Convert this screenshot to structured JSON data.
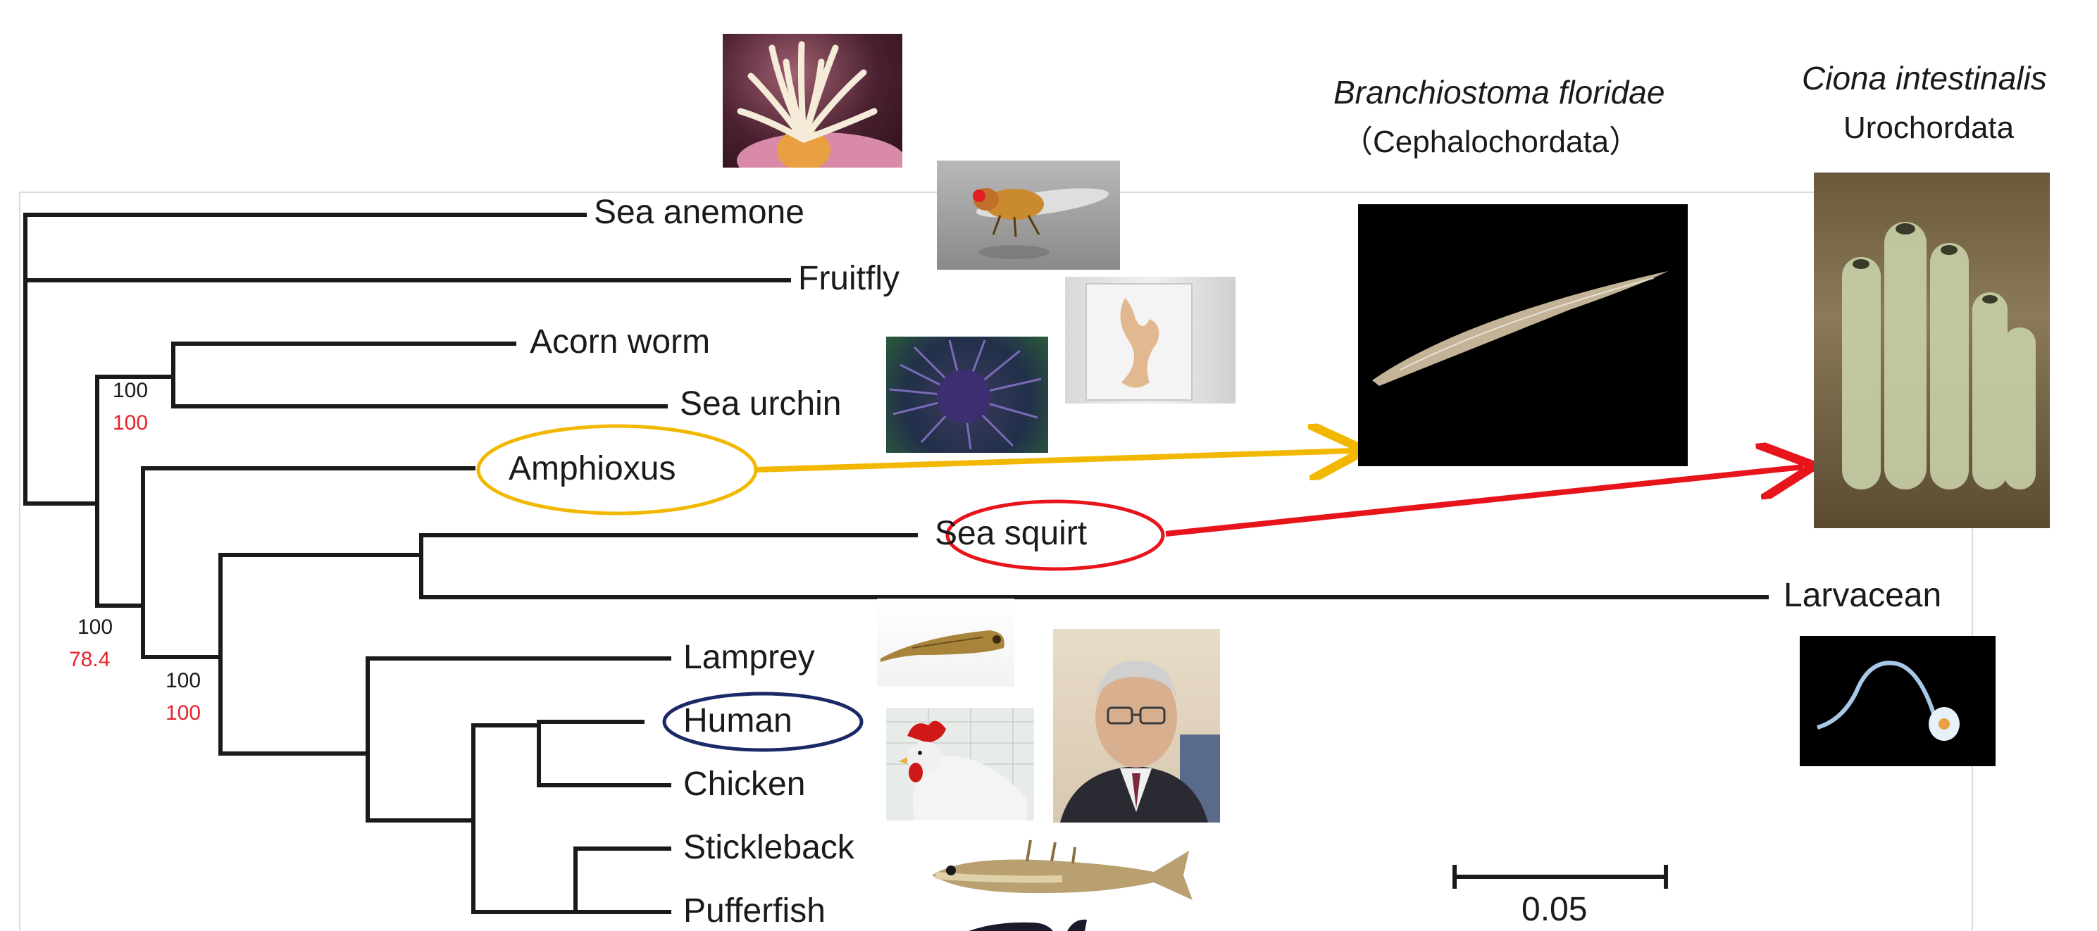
{
  "tree": {
    "taxa": {
      "sea_anemone": "Sea anemone",
      "fruitfly": "Fruitfly",
      "acorn_worm": "Acorn worm",
      "sea_urchin": "Sea urchin",
      "amphioxus": "Amphioxus",
      "sea_squirt": "Sea squirt",
      "larvacean": "Larvacean",
      "lamprey": "Lamprey",
      "human": "Human",
      "chicken": "Chicken",
      "stickleback": "Stickleback",
      "pufferfish": "Pufferfish"
    },
    "support": {
      "ambulacraria": {
        "black": "100",
        "red": "100"
      },
      "chordata": {
        "black": "100",
        "red": "78.4"
      },
      "olfactores": {
        "black": "100",
        "red": "100"
      }
    },
    "scale_bar_value": "0.05"
  },
  "callouts": {
    "cephalochordate": {
      "species": "Branchiostoma floridae",
      "group": "（Cephalochordata）"
    },
    "urochordate": {
      "species": "Ciona intestinalis",
      "group": "Urochordata"
    }
  },
  "colors": {
    "branch": "#1a1a1a",
    "amphioxus_highlight": "#f2b800",
    "sea_squirt_highlight": "#e8141b",
    "human_highlight": "#1a2a66",
    "support_red": "#e5252b"
  },
  "icons": [
    "sea-anemone-photo",
    "fruitfly-photo",
    "acorn-worm-photo",
    "sea-urchin-photo",
    "lancelet-photo",
    "ciona-photo",
    "larvacean-photo",
    "lamprey-photo",
    "portrait-photo",
    "chicken-photo",
    "stickleback-photo"
  ]
}
